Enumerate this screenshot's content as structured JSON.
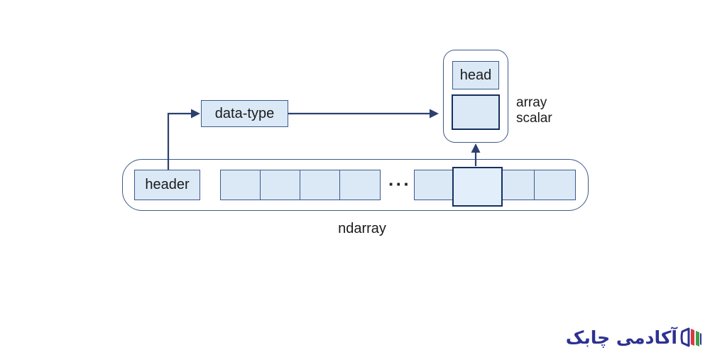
{
  "diagram": {
    "data_type_label": "data-type",
    "ndarray": {
      "header_label": "header",
      "ellipsis": "···",
      "label": "ndarray",
      "group1_cell_count": 4,
      "group2_cell_count": 4,
      "group2_highlighted_index": 2
    },
    "array_scalar": {
      "head_label": "head",
      "label_line1": "array",
      "label_line2": "scalar"
    }
  },
  "watermark": {
    "logo_text": "آکادمی چابک"
  },
  "colors": {
    "cell_fill": "#dbe9f7",
    "box_border": "#3c5a8a",
    "strong_border": "#16305e",
    "arrow": "#2b4170",
    "logo_blue": "#2e3192",
    "logo_red": "#d93a3e",
    "logo_green": "#3f9e4d"
  }
}
